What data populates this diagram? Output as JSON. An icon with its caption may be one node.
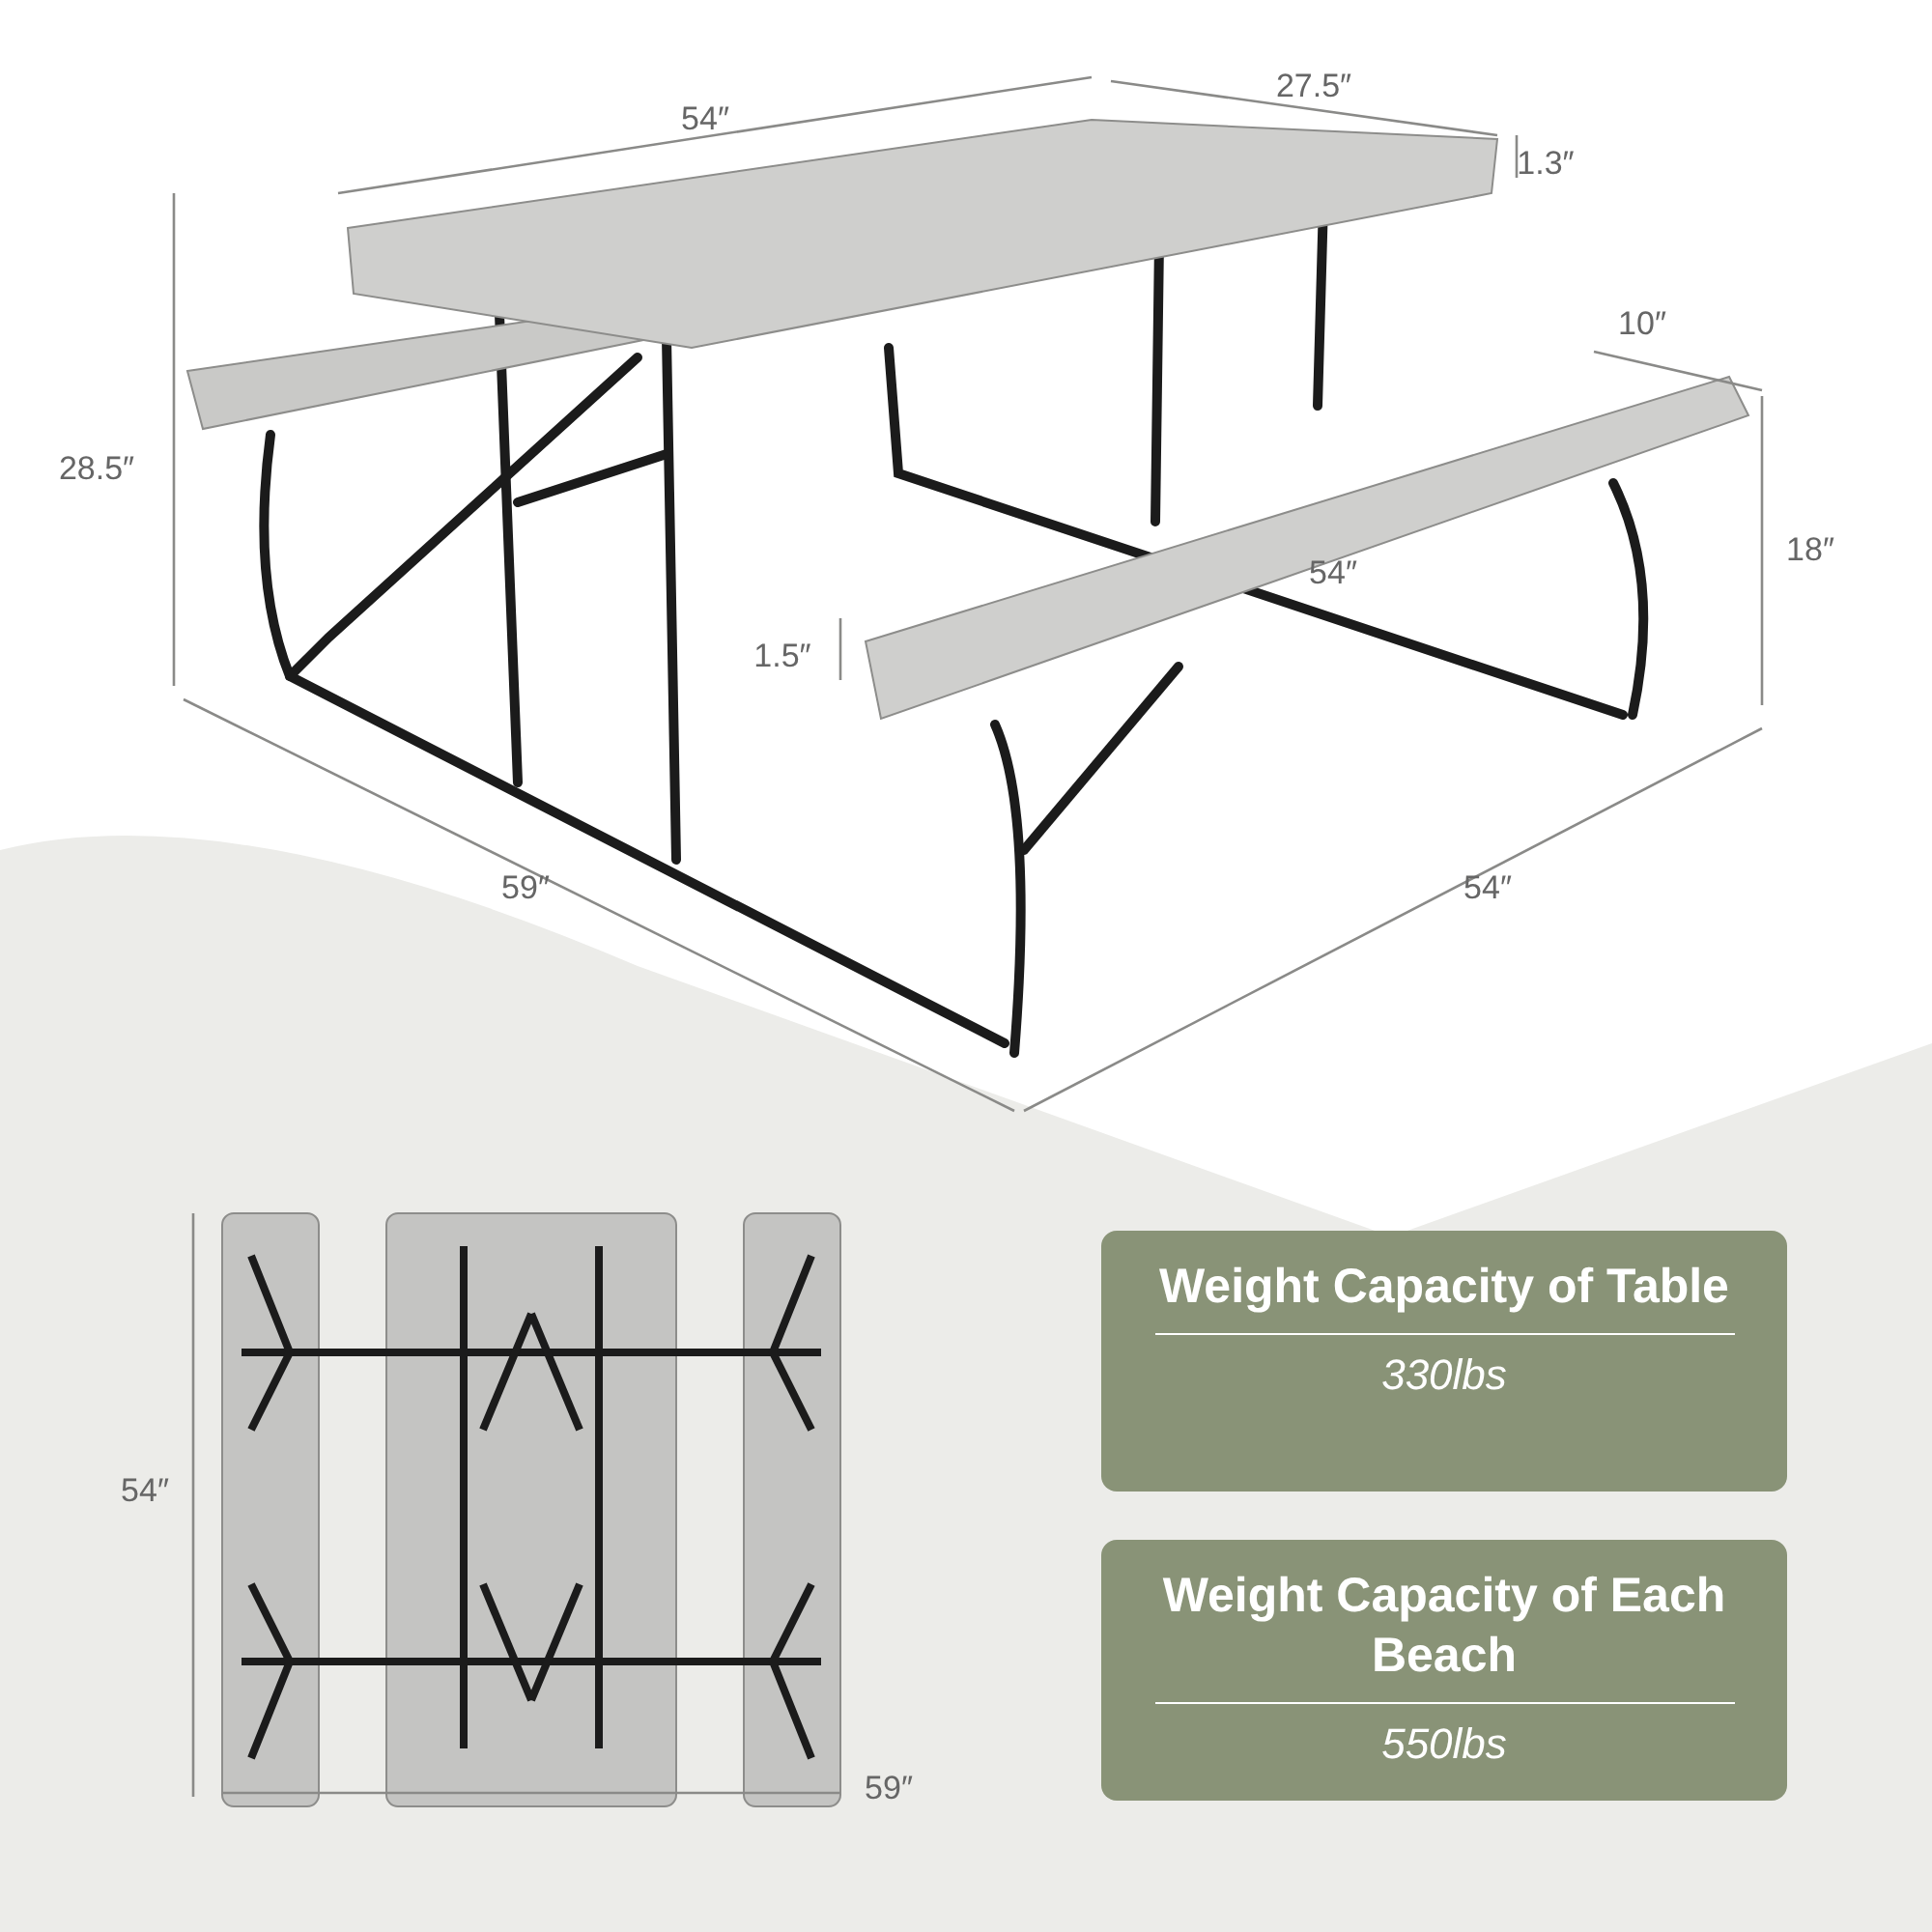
{
  "diagram": {
    "nodes": [
      {
        "text": [
          "Weight Capacity of Table",
          "330lbs"
        ]
      },
      {
        "text": [
          "Weight Capacity of Each Beach",
          "550lbs"
        ]
      }
    ],
    "labels": [
      "54″",
      "27.5″",
      "1.3″",
      "10″",
      "28.5″",
      "18″",
      "54″",
      "1.5″",
      "59″",
      "54″",
      "54″",
      "59″"
    ]
  }
}
